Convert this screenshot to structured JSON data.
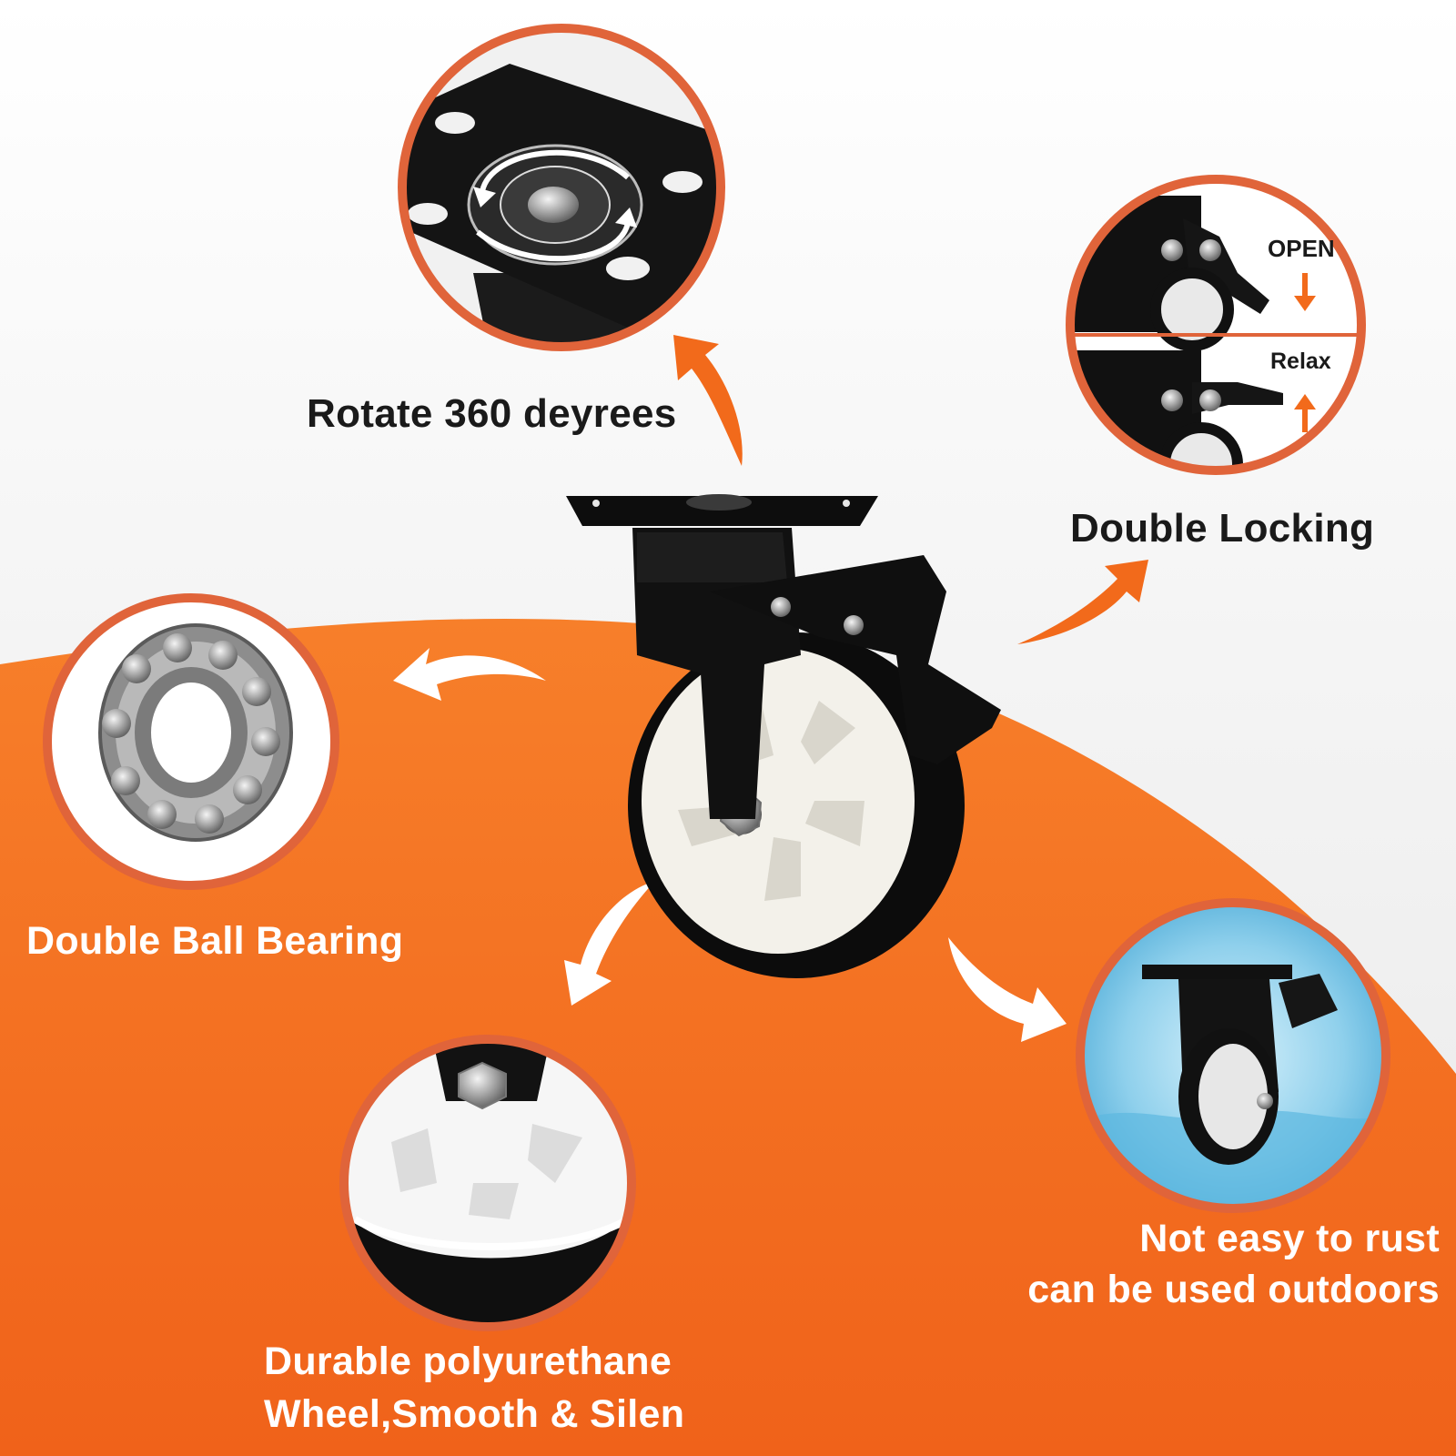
{
  "colors": {
    "accent": "#f4701f",
    "accent_dark": "#e25a12",
    "ring": "#e0643a",
    "black": "#0c0c0c",
    "white": "#ffffff"
  },
  "features": {
    "rotate": "Rotate 360 deyrees",
    "locking": "Double Locking",
    "open_tag": "OPEN",
    "relax_tag": "Relax",
    "bearing": "Double Ball Bearing",
    "rust_line1": "Not easy to rust",
    "rust_line2": "can be used outdoors",
    "wheel_line1": "Durable polyurethane",
    "wheel_line2": "Wheel,Smooth & Silen"
  }
}
